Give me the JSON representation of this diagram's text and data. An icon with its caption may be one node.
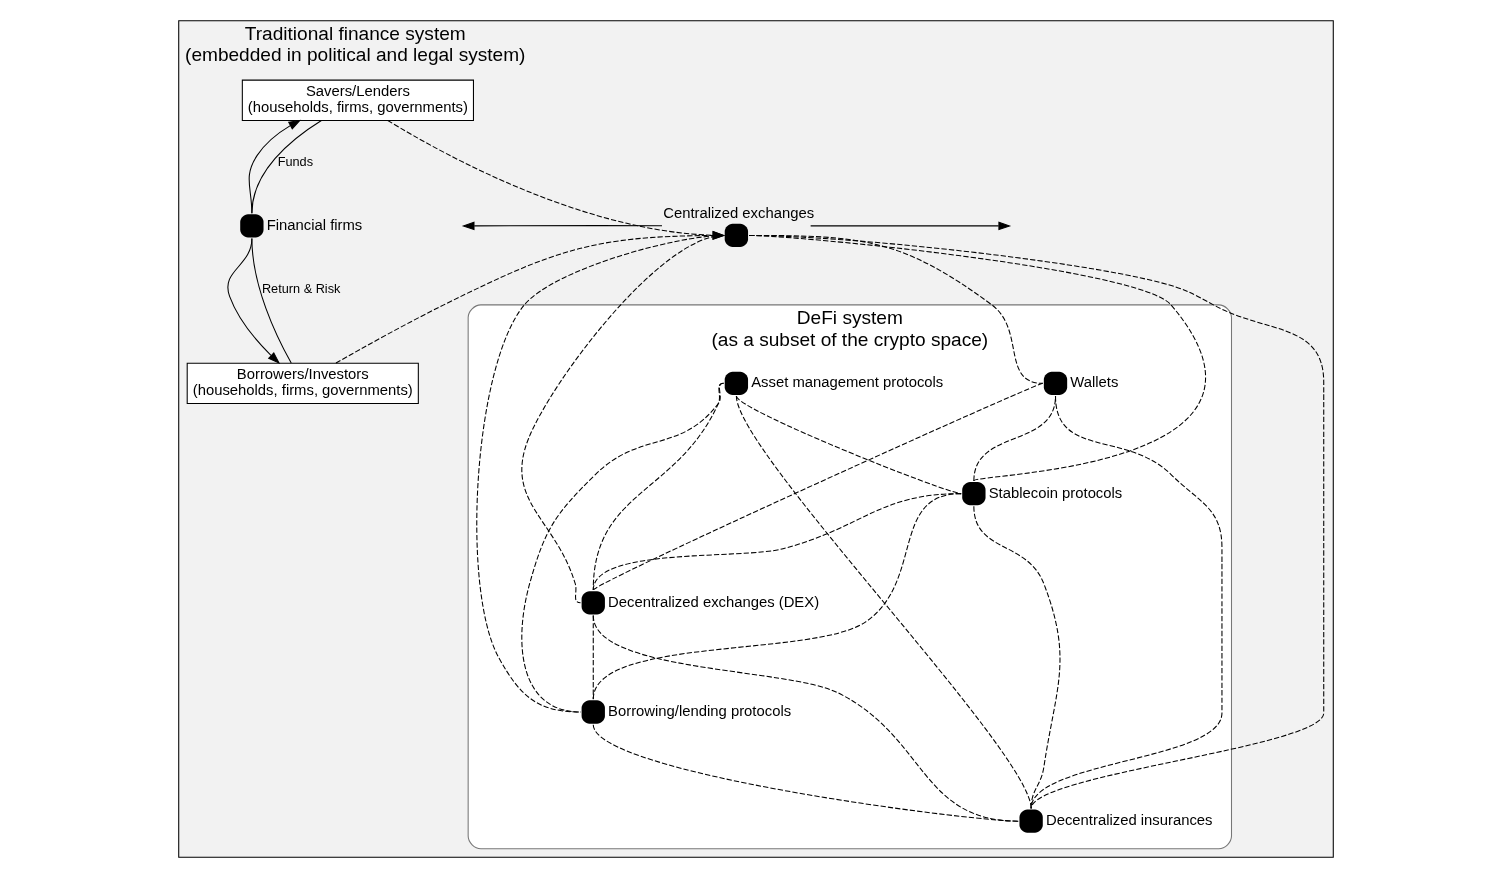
{
  "diagram": {
    "nodes": [
      {
        "text": [
          "Traditional finance system",
          "(embedded in political and legal system)"
        ]
      },
      {
        "text": [
          "Savers/Lenders",
          "(households, firms, governments)"
        ],
        "in": 0
      },
      {
        "text": [],
        "shape": "circle",
        "beside": [
          "Financial firms"
        ],
        "in": 0
      },
      {
        "text": [
          "Borrowers/Investors",
          "(households, firms, governments)"
        ],
        "in": 0
      },
      {
        "text": [
          "DeFi system",
          "(as a subset of the crypto space)"
        ],
        "in": 0
      },
      {
        "text": [],
        "shape": "circle",
        "beside": [
          "Centralized exchanges"
        ],
        "in": 0
      },
      {
        "text": [],
        "shape": "circle",
        "beside": [
          "Asset management protocols"
        ],
        "in": 4
      },
      {
        "text": [],
        "shape": "circle",
        "beside": [
          "Stablecoin protocols"
        ],
        "in": 4
      },
      {
        "text": [],
        "shape": "circle",
        "beside": [
          "Wallets"
        ],
        "in": 4
      },
      {
        "text": [],
        "shape": "circle",
        "beside": [
          "Decentralized exchanges (DEX)"
        ],
        "in": 4
      },
      {
        "text": [],
        "shape": "circle",
        "beside": [
          "Borrowing/lending protocols"
        ],
        "in": 4
      },
      {
        "text": [],
        "shape": "circle",
        "beside": [
          "Decentralized insurances"
        ],
        "in": 4
      }
    ],
    "edges": [
      {
        "from": 1,
        "to": 2,
        "arrow": "none",
        "label": "Funds"
      },
      {
        "from": 2,
        "to": 3,
        "arrow": "to"
      },
      {
        "from": 3,
        "to": 2,
        "arrow": "none",
        "label": "Return & Risk"
      },
      {
        "from": 2,
        "to": 1,
        "arrow": "to"
      },
      {
        "from": 1,
        "to": 5,
        "arrow": "to",
        "style": "dashed"
      },
      {
        "from": 3,
        "to": 5,
        "arrow": "to",
        "style": "dashed"
      },
      {
        "from": 5,
        "to": null,
        "arrow": "to"
      },
      {
        "from": 5,
        "to": null,
        "arrow": "to"
      },
      {
        "from": 5,
        "to": 7,
        "arrow": "none",
        "style": "dashed"
      },
      {
        "from": 5,
        "to": 8,
        "arrow": "none",
        "style": "dashed"
      },
      {
        "from": 5,
        "to": 9,
        "arrow": "none",
        "style": "dashed"
      },
      {
        "from": 5,
        "to": 10,
        "arrow": "none",
        "style": "dashed"
      },
      {
        "from": 5,
        "to": 11,
        "arrow": "none",
        "style": "dashed"
      },
      {
        "from": 6,
        "to": 7,
        "arrow": "none",
        "style": "dashed"
      },
      {
        "from": 6,
        "to": 9,
        "arrow": "none",
        "style": "dashed"
      },
      {
        "from": 6,
        "to": 10,
        "arrow": "none",
        "style": "dashed"
      },
      {
        "from": 6,
        "to": 11,
        "arrow": "none",
        "style": "dashed"
      },
      {
        "from": 7,
        "to": 8,
        "arrow": "none",
        "style": "dashed"
      },
      {
        "from": 7,
        "to": 9,
        "arrow": "none",
        "style": "dashed"
      },
      {
        "from": 7,
        "to": 10,
        "arrow": "none",
        "style": "dashed"
      },
      {
        "from": 7,
        "to": 11,
        "arrow": "none",
        "style": "dashed"
      },
      {
        "from": 8,
        "to": 9,
        "arrow": "none",
        "style": "dashed"
      },
      {
        "from": 8,
        "to": 11,
        "arrow": "none",
        "style": "dashed"
      },
      {
        "from": 9,
        "to": 10,
        "arrow": "none",
        "style": "dashed"
      },
      {
        "from": 9,
        "to": 11,
        "arrow": "none",
        "style": "dashed"
      },
      {
        "from": 10,
        "to": 11,
        "arrow": "none",
        "style": "dashed"
      }
    ]
  }
}
